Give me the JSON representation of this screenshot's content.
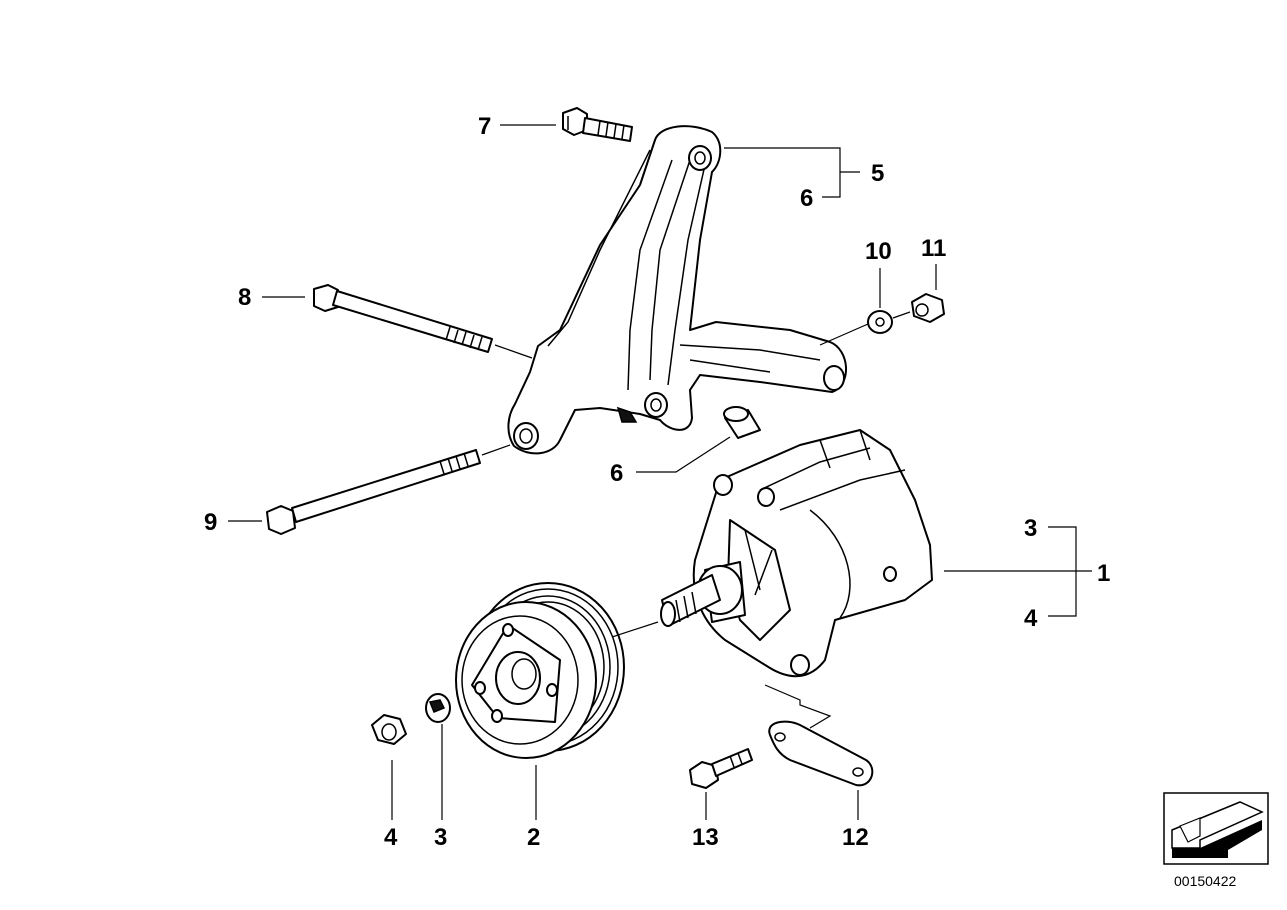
{
  "diagram": {
    "callouts": {
      "c1": "1",
      "c2": "2",
      "c3a": "3",
      "c3b": "3",
      "c4a": "4",
      "c4b": "4",
      "c5": "5",
      "c6a": "6",
      "c6b": "6",
      "c7": "7",
      "c8": "8",
      "c9": "9",
      "c10": "10",
      "c11": "11",
      "c12": "12",
      "c13": "13"
    },
    "reference_number": "00150422",
    "icons": [
      "orientation-arrow-icon"
    ]
  }
}
